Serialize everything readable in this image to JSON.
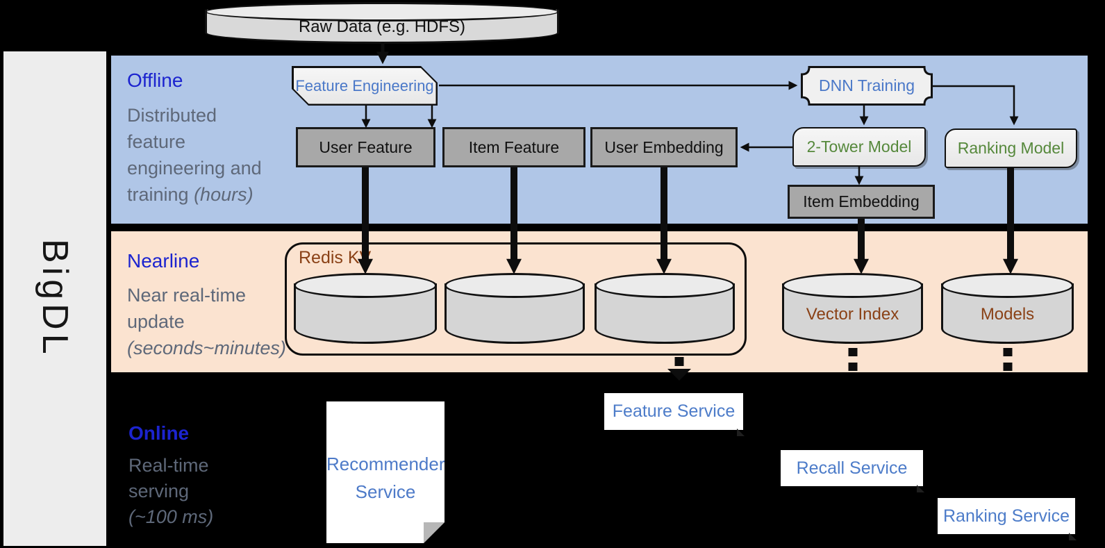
{
  "brand": "BigDL",
  "raw_data_label": "Raw Data (e.g. HDFS)",
  "sections": {
    "offline": {
      "title": "Offline",
      "line1": "Distributed",
      "line2": "feature",
      "line3": "engineering and",
      "line4": "training ",
      "line4_italic": "(hours)"
    },
    "nearline": {
      "title": "Nearline",
      "line1": "Near real-time",
      "line2": "update",
      "line3_italic": "(seconds~minutes)"
    },
    "online": {
      "title": "Online",
      "line1": "Real-time",
      "line2": "serving",
      "line3_italic": "(~100 ms)"
    }
  },
  "offline_flow": {
    "feature_engineering": "Feature Engineering",
    "dnn_training": "DNN Training",
    "user_feature": "User Feature",
    "item_feature": "Item Feature",
    "user_embedding": "User Embedding",
    "two_tower_model": "2-Tower Model",
    "ranking_model": "Ranking Model",
    "item_embedding": "Item Embedding"
  },
  "nearline_flow": {
    "redis_kv": "Redis KV",
    "vector_index": "Vector Index",
    "models": "Models"
  },
  "online_flow": {
    "recommender_service_line1": "Recommender",
    "recommender_service_line2": "Service",
    "feature_service": "Feature Service",
    "recall_service": "Recall Service",
    "ranking_service": "Ranking Service"
  },
  "colors": {
    "background": "#000000",
    "sidebar": "#ededed",
    "offline_band": "#b0c6e7",
    "nearline_band": "#fbe3d0",
    "section_title_blue": "#1c24cf",
    "subtitle_gray": "#5e6879",
    "process_text_blue": "#4a78c8",
    "model_text_green": "#55883b",
    "store_text_brown": "#8a4116",
    "service_text_blue": "#4d7cc9",
    "dark_box_fill": "#a8a8a8",
    "light_box_fill": "#efefef",
    "cylinder_fill": "#d5d5d5"
  }
}
